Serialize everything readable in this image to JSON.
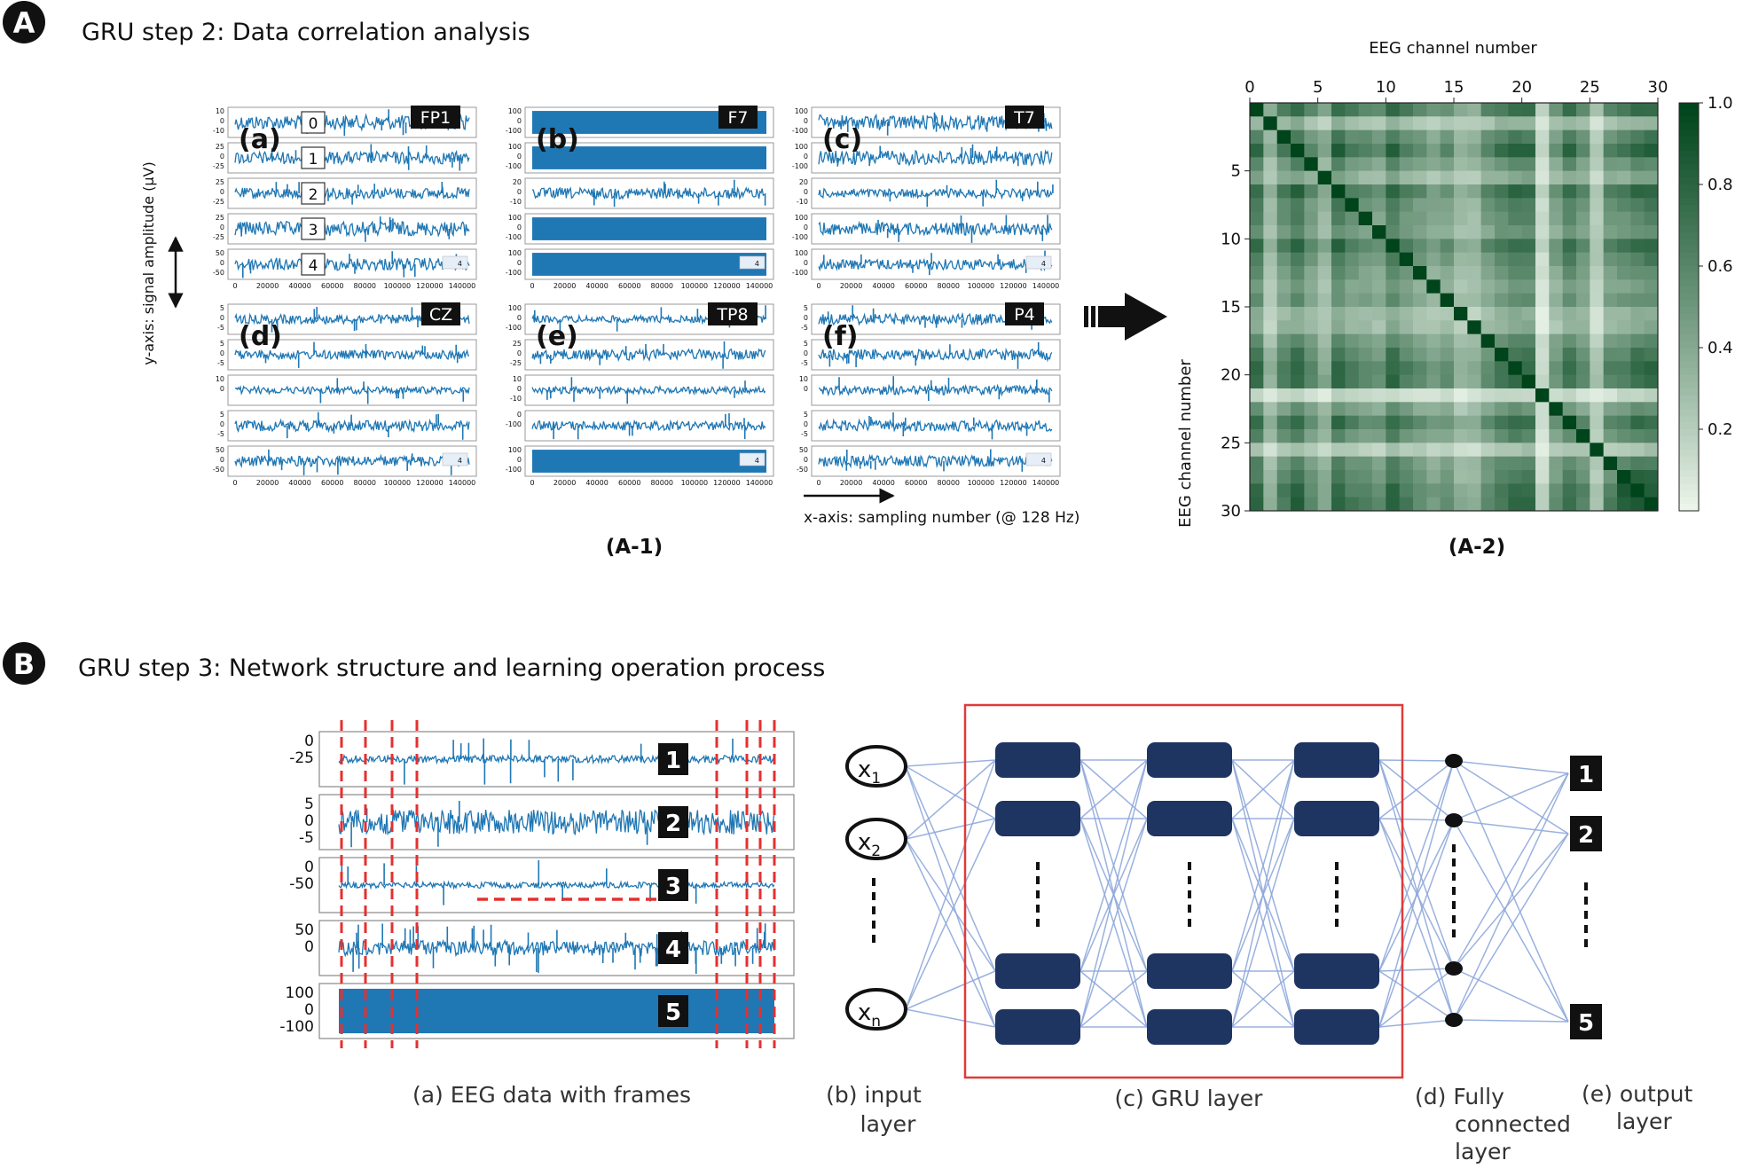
{
  "colors": {
    "signal": "#1f77b4",
    "node": "#1e3461",
    "edge": "#8fa8dc",
    "frame_line": "#e53030",
    "gru_box": "#e03a3a",
    "heat_low": "#f2faf0",
    "heat_high": "#00441b"
  },
  "section_a": {
    "badge": "A",
    "title": "GRU step 2: Data correlation analysis",
    "panel_a1": {
      "caption": "(A-1)",
      "y_axis_label": "y-axis: signal amplitude (µV)",
      "x_axis_label": "x-axis: sampling number (@ 128 Hz)",
      "x_ticks": [
        "0",
        "20000",
        "40000",
        "60000",
        "80000",
        "100000",
        "120000",
        "140000"
      ],
      "row_numbers": [
        "0",
        "1",
        "2",
        "3",
        "4"
      ],
      "legend_value": "4",
      "subplots": [
        {
          "letter": "(a)",
          "channel": "FP1",
          "y_ticks": [
            [
              "10",
              "0",
              "-10"
            ],
            [
              "25",
              "0",
              "-25"
            ],
            [
              "25",
              "0",
              "-25"
            ],
            [
              "25",
              "0",
              "-25"
            ],
            [
              "50",
              "0",
              "-50"
            ]
          ]
        },
        {
          "letter": "(b)",
          "channel": "F7",
          "y_ticks": [
            [
              "100",
              "0",
              "-100"
            ],
            [
              "100",
              "0",
              "-100"
            ],
            [
              "20",
              "0",
              "-10"
            ],
            [
              "100",
              "0",
              "-100"
            ],
            [
              "100",
              "0",
              "-100"
            ]
          ]
        },
        {
          "letter": "(c)",
          "channel": "T7",
          "y_ticks": [
            [
              "100",
              "0",
              "-100"
            ],
            [
              "100",
              "0",
              "-100"
            ],
            [
              "20",
              "0",
              "-10"
            ],
            [
              "100",
              "0",
              "-100"
            ],
            [
              "100",
              "0",
              "-100"
            ]
          ]
        },
        {
          "letter": "(d)",
          "channel": "CZ",
          "y_ticks": [
            [
              "5",
              "0",
              "-5"
            ],
            [
              "5",
              "0",
              "-5"
            ],
            [
              "10",
              "0",
              ""
            ],
            [
              "5",
              "0",
              "-5"
            ],
            [
              "50",
              "0",
              "-50"
            ]
          ]
        },
        {
          "letter": "(e)",
          "channel": "TP8",
          "y_ticks": [
            [
              "100",
              "0",
              "-100"
            ],
            [
              "25",
              "0",
              "-25"
            ],
            [
              "10",
              "0",
              "-10"
            ],
            [
              "0",
              "-100",
              ""
            ],
            [
              "100",
              "0",
              "-100"
            ]
          ]
        },
        {
          "letter": "(f)",
          "channel": "P4",
          "y_ticks": [
            [
              "5",
              "0",
              "-5"
            ],
            [
              "5",
              "0",
              "-5"
            ],
            [
              "10",
              "0",
              ""
            ],
            [
              "5",
              "0",
              "-5"
            ],
            [
              "50",
              "0",
              "-50"
            ]
          ]
        }
      ]
    },
    "panel_a2": {
      "caption": "(A-2)",
      "x_label": "EEG channel number",
      "y_label": "EEG channel number",
      "x_ticks": [
        "0",
        "5",
        "10",
        "15",
        "20",
        "25",
        "30"
      ],
      "y_ticks": [
        "5",
        "10",
        "15",
        "20",
        "25",
        "30"
      ],
      "colorbar_ticks": [
        "1.0",
        "0.8",
        "0.6",
        "0.4",
        "0.2"
      ]
    }
  },
  "chart_data": {
    "type": "heatmap",
    "title": "",
    "xlabel": "EEG channel number",
    "ylabel": "EEG channel number",
    "xlim": [
      0,
      30
    ],
    "ylim": [
      0,
      30
    ],
    "colorbar_range": [
      0,
      1.0
    ],
    "cmap": "Greens",
    "size": 30,
    "diagonal": 1.0,
    "seed": 7
  },
  "section_b": {
    "badge": "B",
    "title": "GRU step 3: Network structure and learning operation process",
    "eeg_panel": {
      "row_labels": [
        "1",
        "2",
        "3",
        "4",
        "5"
      ],
      "y_ticks": [
        [
          "0",
          "-25",
          ""
        ],
        [
          "5",
          "0",
          "-5"
        ],
        [
          "0",
          "-50",
          ""
        ],
        [
          "50",
          "0",
          ""
        ],
        [
          "100",
          "0",
          "-100"
        ]
      ]
    },
    "inputs": {
      "x1_base": "x",
      "x1_sub": "1",
      "x2_base": "x",
      "x2_sub": "2",
      "xn_base": "x",
      "xn_sub": "n"
    },
    "outputs": [
      "1",
      "2",
      "5"
    ],
    "captions": {
      "eeg": "(a) EEG data with frames",
      "input_1": "(b)  input",
      "input_2": "layer",
      "gru": "(c)  GRU  layer",
      "fc_1": "(d)  Fully",
      "fc_2": "connected",
      "fc_3": "layer",
      "out_1": "(e)  output",
      "out_2": "layer"
    }
  }
}
